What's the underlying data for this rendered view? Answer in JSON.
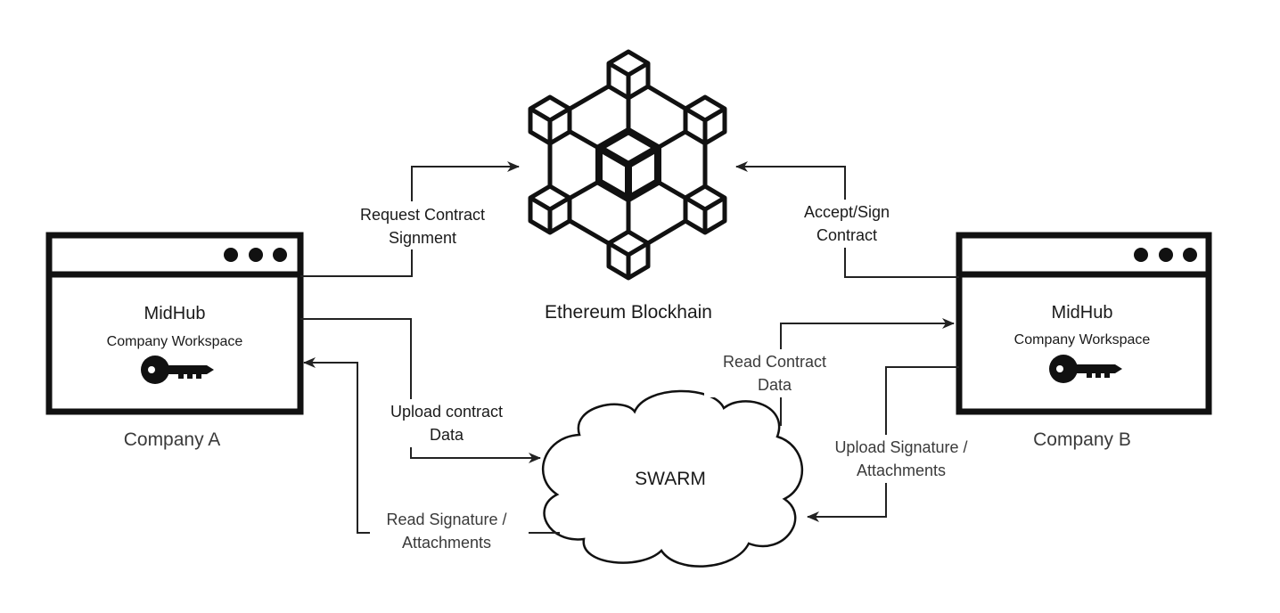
{
  "blockchain": {
    "label": "Ethereum Blockhain"
  },
  "swarm": {
    "label": "SWARM"
  },
  "company_a": {
    "title": "MidHub",
    "subtitle": "Company Workspace",
    "caption": "Company A"
  },
  "company_b": {
    "title": "MidHub",
    "subtitle": "Company Workspace",
    "caption": "Company B"
  },
  "edges": {
    "request_contract": [
      "Request Contract",
      "Signment"
    ],
    "accept_sign": [
      "Accept/Sign",
      "Contract"
    ],
    "upload_contract": [
      "Upload contract",
      "Data"
    ],
    "read_signature": [
      "Read Signature /",
      "Attachments"
    ],
    "read_contract": [
      "Read Contract",
      "Data"
    ],
    "upload_signature": [
      "Upload Signature /",
      "Attachments"
    ]
  },
  "colors": {
    "stroke": "#1a1a1a",
    "fill_dark": "#111111",
    "background": "#ffffff"
  },
  "icons": [
    "key-icon",
    "window-dots-icon",
    "cube-icon",
    "cloud-icon"
  ]
}
